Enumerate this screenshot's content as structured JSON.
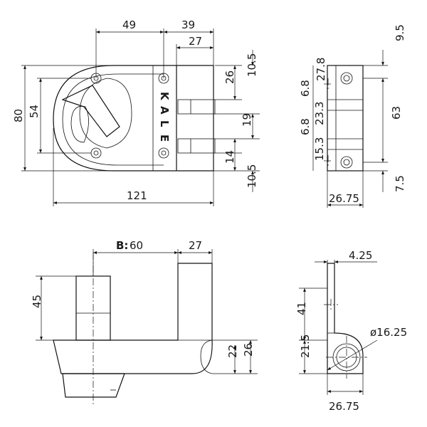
{
  "front_view": {
    "dim_49": "49",
    "dim_39": "39",
    "dim_27": "27",
    "dim_80": "80",
    "dim_54": "54",
    "dim_26": "26",
    "dim_10_5_top": "10.5",
    "dim_19": "19",
    "dim_14": "14",
    "dim_10_5_bottom": "10.5",
    "dim_121": "121",
    "brand": [
      "K",
      "A",
      "L",
      "E"
    ]
  },
  "side_view": {
    "dim_9_5": "9.5",
    "dim_27_8": "27.8",
    "dim_6_8_top": "6.8",
    "dim_23_3": "23.3",
    "dim_6_8_bottom": "6.8",
    "dim_15_3": "15.3",
    "dim_63": "63",
    "dim_7_5": "7.5",
    "dim_26_75": "26.75"
  },
  "bottom_view": {
    "b_label": "B:",
    "dim_60": "60",
    "dim_27": "27",
    "dim_45": "45",
    "dim_22": "22",
    "dim_26": "26"
  },
  "end_view": {
    "dim_4_25": "4.25",
    "dim_41": "41",
    "dim_21_5": "21.5",
    "dim_phi": "ø16.25",
    "dim_26_75": "26.75"
  }
}
